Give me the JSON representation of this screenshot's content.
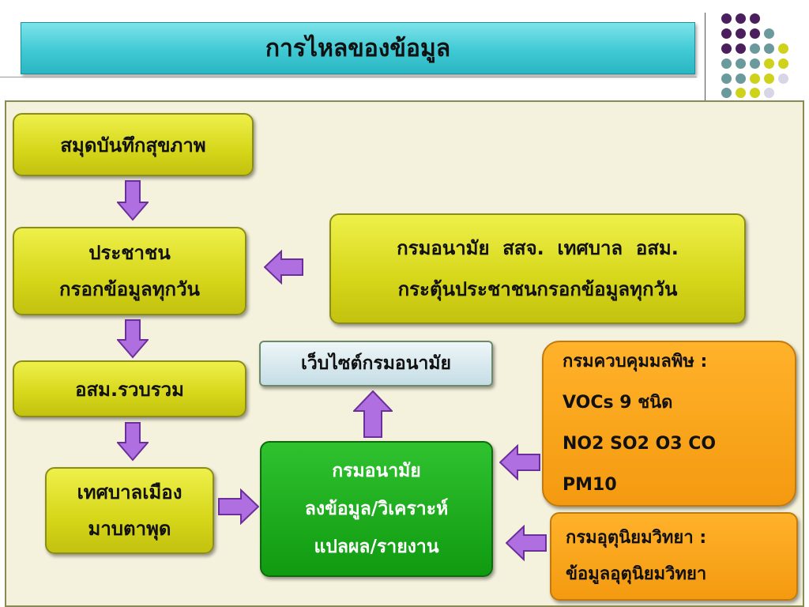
{
  "title": "การไหลของข้อมูล",
  "colors": {
    "purple": "#4b1e5e",
    "teal": "#6a9a9c",
    "lime": "#cfd21a",
    "lavender": "#d8d6e6",
    "arrow": "#b06fe0"
  },
  "boxes": {
    "health_book": "สมุดบันทึกสุขภาพ",
    "people_line1": "ประชาชน",
    "people_line2": "กรอกข้อมูลทุกวัน",
    "agencies_line1": "กรมอนามัย  สสจ.  เทศบาล  อสม.",
    "agencies_line2": "กระตุ้นประชาชนกรอกข้อมูลทุกวัน",
    "vhv": "อสม.รวบรวม",
    "municipality_line1": "เทศบาลเมือง",
    "municipality_line2": "มาบตาพุด",
    "website": "เว็บไซต์กรมอนามัย",
    "doh_line1": "กรมอนามัย",
    "doh_line2": "ลงข้อมูล/วิเคราะห์",
    "doh_line3": "แปลผล/รายงาน",
    "pcd_line1": "กรมควบคุมมลพิษ :",
    "pcd_line2": "VOCs 9 ชนิด",
    "pcd_line3": "NO2 SO2 O3 CO",
    "pcd_line4": "PM10",
    "tmd_line1": "กรมอุตุนิยมวิทยา :",
    "tmd_line2": "ข้อมูลอุตุนิยมวิทยา"
  }
}
